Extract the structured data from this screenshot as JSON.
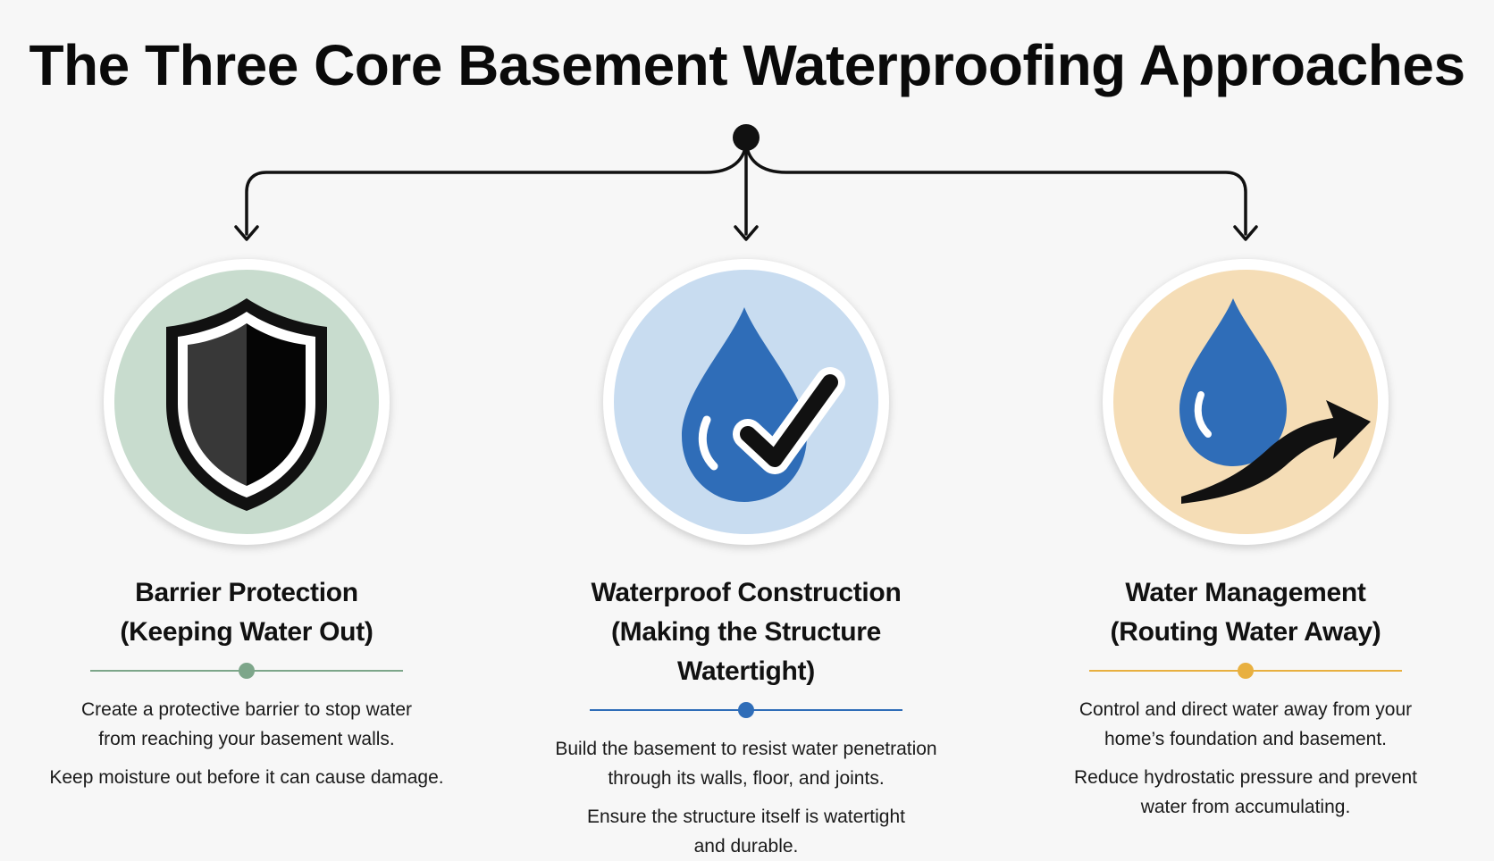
{
  "title": "The Three Core Basement Waterproofing Approaches",
  "colors": {
    "green_circle": "#c8dcce",
    "blue_circle": "#c8dcf0",
    "tan_circle": "#f5ddb6",
    "green_accent": "#7da68a",
    "blue_accent": "#2f6db8",
    "gold_accent": "#e8b040",
    "drop_blue": "#2f6db8",
    "ink": "#111111"
  },
  "approaches": [
    {
      "icon": "shield-icon",
      "heading_line1": "Barrier Protection",
      "heading_line2": "(Keeping Water Out)",
      "desc_p1_line1": "Create a protective barrier to stop water",
      "desc_p1_line2": "from reaching your basement walls.",
      "desc_p2_line1": "Keep moisture out before it can cause damage.",
      "desc_p2_line2": ""
    },
    {
      "icon": "water-drop-check-icon",
      "heading_line1": "Waterproof Construction",
      "heading_line2": "(Making the Structure Watertight)",
      "desc_p1_line1": "Build the basement to resist water penetration",
      "desc_p1_line2": "through its walls, floor, and joints.",
      "desc_p2_line1": "Ensure the structure itself is watertight",
      "desc_p2_line2": "and durable."
    },
    {
      "icon": "water-drop-arrow-icon",
      "heading_line1": "Water Management",
      "heading_line2": "(Routing Water Away)",
      "desc_p1_line1": "Control and direct water away from your",
      "desc_p1_line2": "home’s foundation and basement.",
      "desc_p2_line1": "Reduce hydrostatic pressure and prevent",
      "desc_p2_line2": "water from accumulating."
    }
  ]
}
